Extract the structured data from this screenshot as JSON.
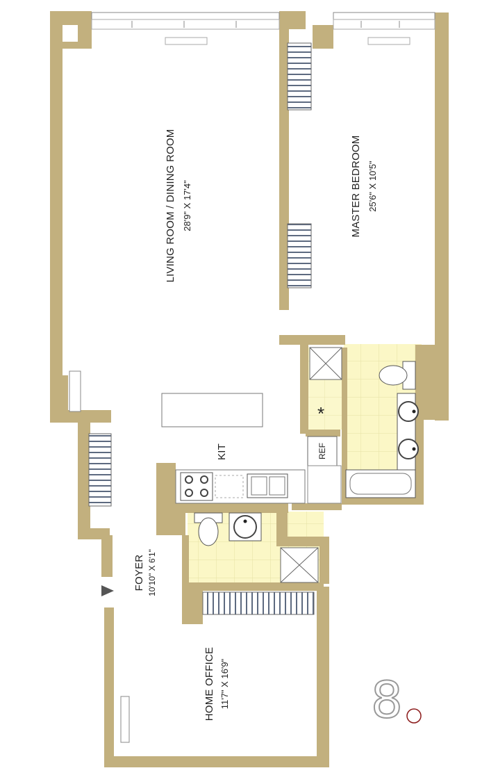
{
  "rooms": {
    "living": {
      "name": "LIVING ROOM / DINING ROOM",
      "dims": "28'9\" X 17'4\""
    },
    "master": {
      "name": "MASTER BEDROOM",
      "dims": "25'6\" X 10'5\""
    },
    "kitchen": {
      "name": "KIT"
    },
    "fridge": {
      "label": "REF"
    },
    "foyer": {
      "name": "FOYER",
      "dims": "10'10\" X 6'1\""
    },
    "office": {
      "name": "HOME OFFICE",
      "dims": "11'7\" X 16'9\""
    }
  },
  "marks": {
    "asterisk": "*"
  },
  "logo": {
    "text": "8"
  },
  "colors": {
    "wall": "#c2b07e",
    "tile": "#fbf7c6",
    "tile_line": "#e6e0a4",
    "fixture": "#ffffff",
    "outline": "#777777",
    "stripe": "#5d6a80",
    "logo_grey": "#999999",
    "logo_red": "#8b1a1a"
  }
}
